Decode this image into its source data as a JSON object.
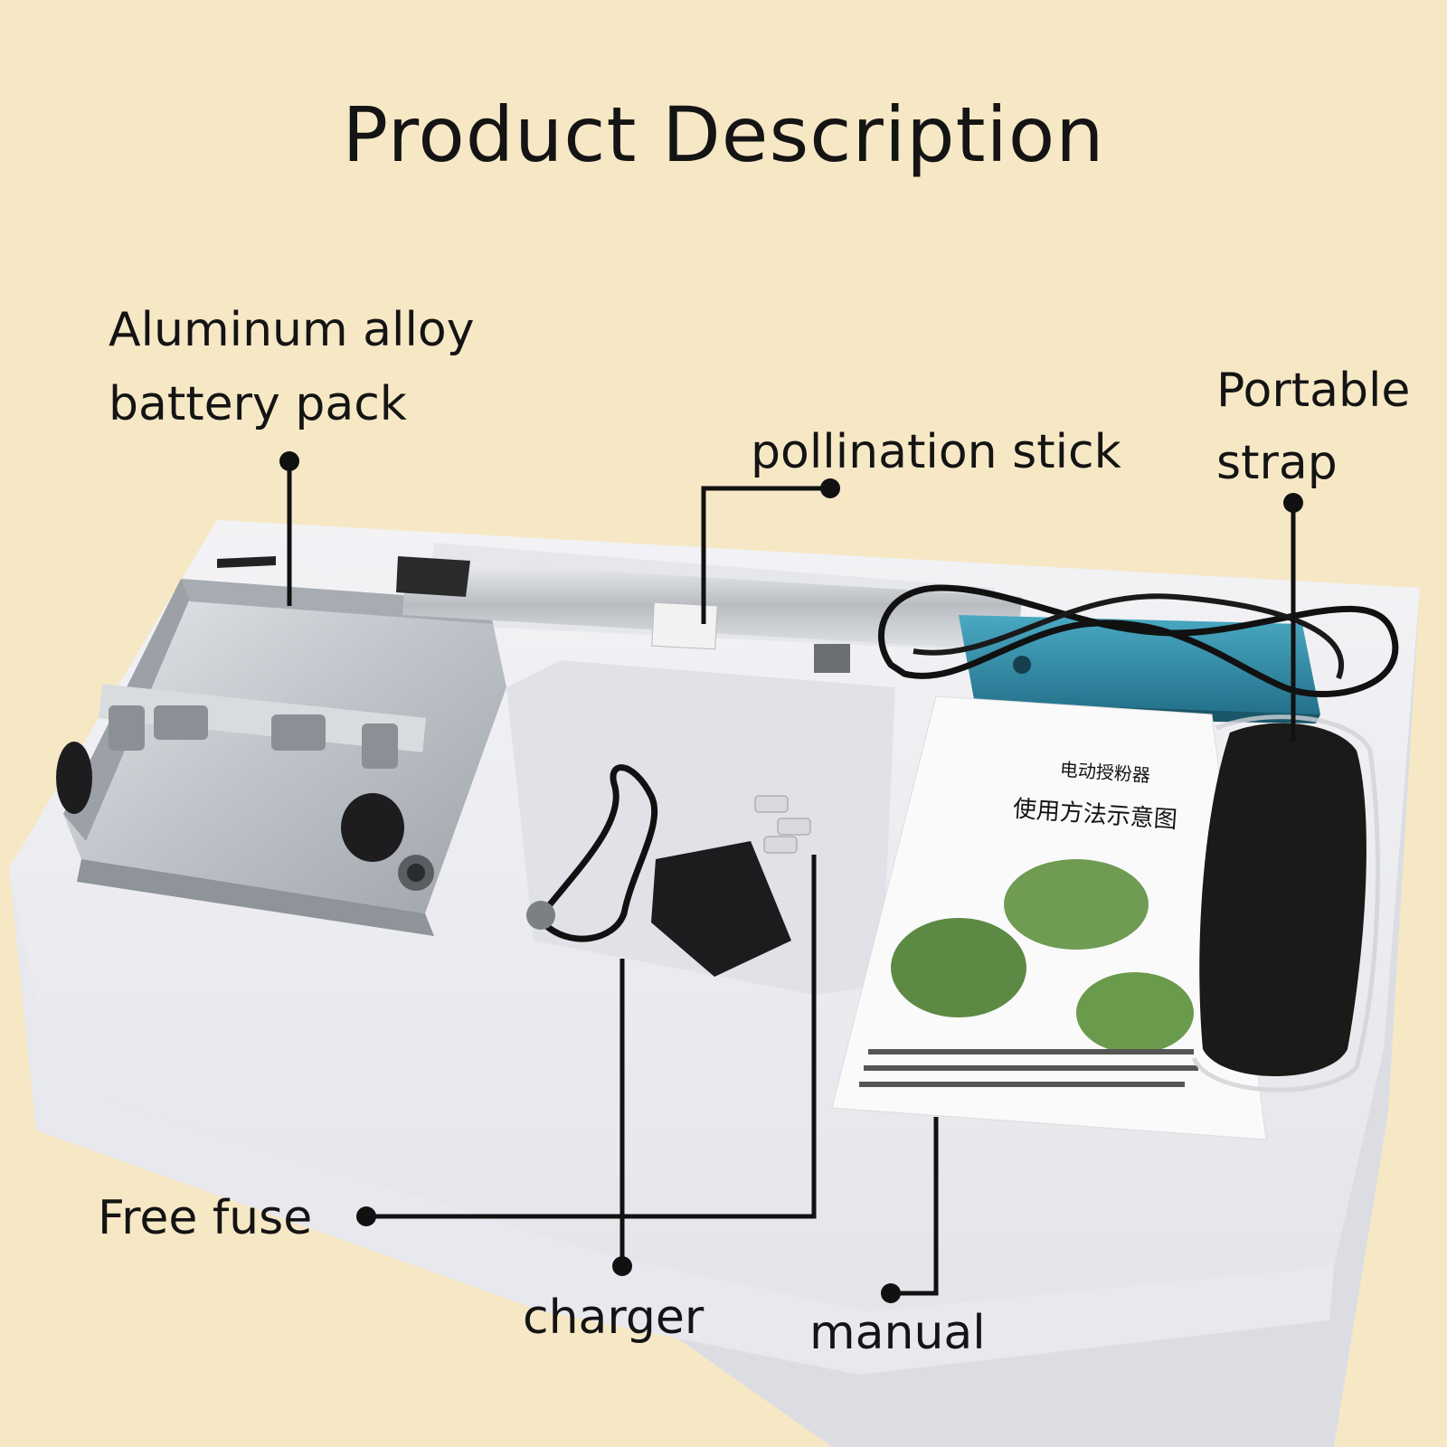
{
  "title": "Product Description",
  "labels": {
    "battery_line1": "Aluminum alloy",
    "battery_line2": "battery pack",
    "pollination_stick": "pollination stick",
    "strap_line1": "Portable",
    "strap_line2": "strap",
    "free_fuse": "Free fuse",
    "charger": "charger",
    "manual": "manual"
  },
  "manual_text": {
    "heading1": "电动授粉器",
    "heading2": "使用方法示意图"
  },
  "colors": {
    "background": "#f7e8c5",
    "foam": "#f4f4f6",
    "aluminum": "#c9cdd3",
    "blue_unit": "#2f8fa8",
    "callout": "#111111"
  }
}
